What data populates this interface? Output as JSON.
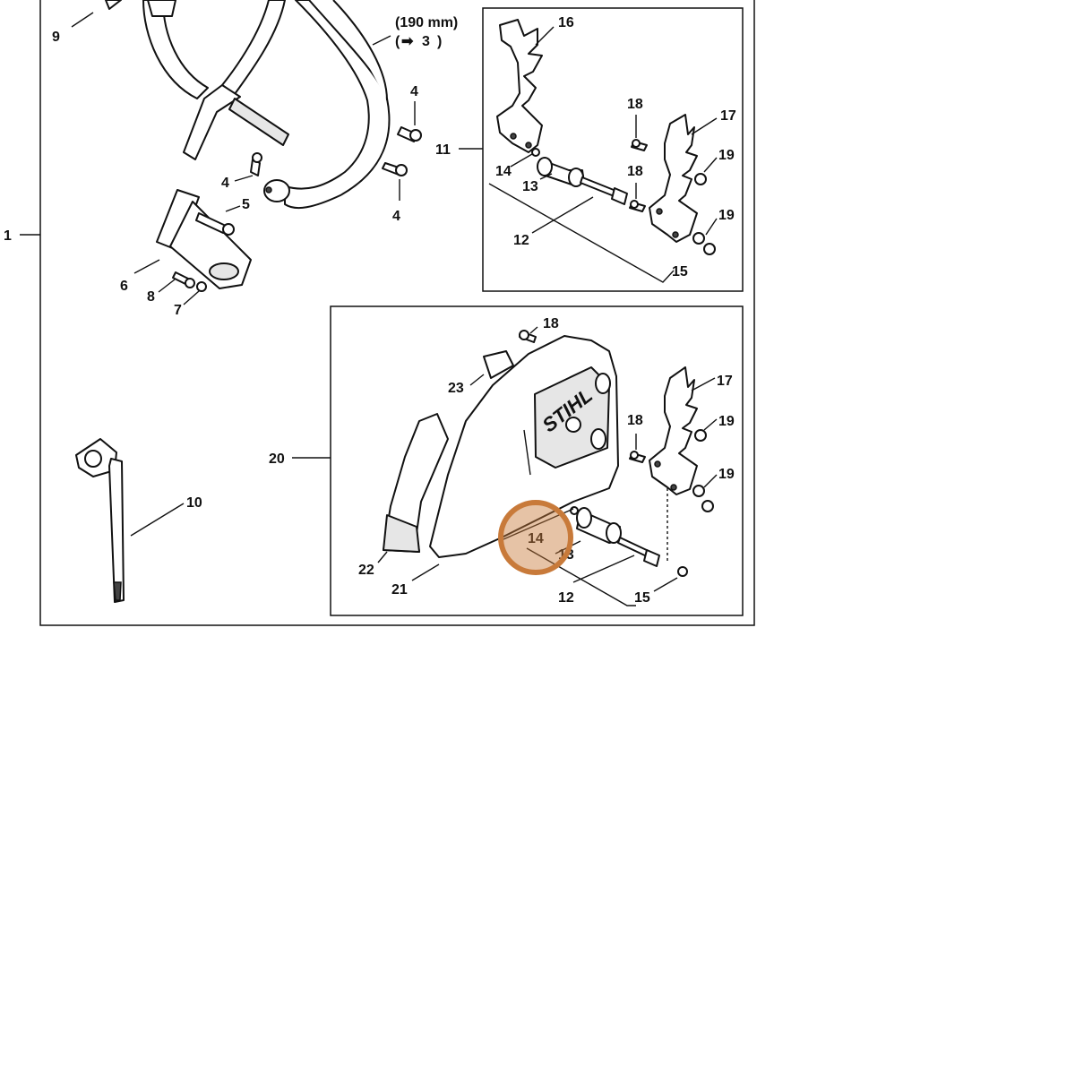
{
  "diagram": {
    "dimension_note": {
      "line1": "(190 mm)",
      "arrow": "➡",
      "ref": "3",
      "close": ")"
    },
    "logo_text": "STIHL",
    "highlight_color": "#c87a3a",
    "callouts": [
      {
        "id": "c9",
        "text": "9"
      },
      {
        "id": "c1",
        "text": "1"
      },
      {
        "id": "c4a",
        "text": "4"
      },
      {
        "id": "c4b",
        "text": "4"
      },
      {
        "id": "c4c",
        "text": "4"
      },
      {
        "id": "c5",
        "text": "5"
      },
      {
        "id": "c6",
        "text": "6"
      },
      {
        "id": "c7",
        "text": "7"
      },
      {
        "id": "c8",
        "text": "8"
      },
      {
        "id": "c10",
        "text": "10"
      },
      {
        "id": "c11",
        "text": "11"
      },
      {
        "id": "c12a",
        "text": "12"
      },
      {
        "id": "c13a",
        "text": "13"
      },
      {
        "id": "c14a",
        "text": "14"
      },
      {
        "id": "c15a",
        "text": "15"
      },
      {
        "id": "c16",
        "text": "16"
      },
      {
        "id": "c17a",
        "text": "17"
      },
      {
        "id": "c18a",
        "text": "18"
      },
      {
        "id": "c18b",
        "text": "18"
      },
      {
        "id": "c19a",
        "text": "19"
      },
      {
        "id": "c19b",
        "text": "19"
      },
      {
        "id": "c20",
        "text": "20"
      },
      {
        "id": "c21",
        "text": "21"
      },
      {
        "id": "c22",
        "text": "22"
      },
      {
        "id": "c23",
        "text": "23"
      },
      {
        "id": "c18c",
        "text": "18"
      },
      {
        "id": "c18d",
        "text": "18"
      },
      {
        "id": "c17b",
        "text": "17"
      },
      {
        "id": "c19c",
        "text": "19"
      },
      {
        "id": "c19d",
        "text": "19"
      },
      {
        "id": "c14b",
        "text": "14"
      },
      {
        "id": "c13b",
        "text": "13"
      },
      {
        "id": "c12b",
        "text": "12"
      },
      {
        "id": "c15b",
        "text": "15"
      }
    ]
  }
}
